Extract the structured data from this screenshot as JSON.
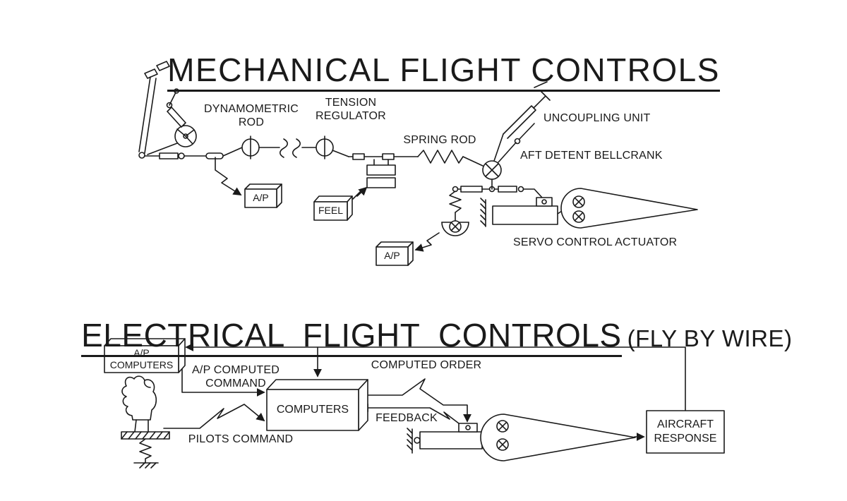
{
  "colors": {
    "background": "#ffffff",
    "ink": "#1a1a1a"
  },
  "mechanical": {
    "title": "MECHANICAL FLIGHT CONTROLS",
    "labels": {
      "dynamometric_rod": [
        "DYNAMOMETRIC",
        "ROD"
      ],
      "tension_regulator": [
        "TENSION",
        "REGULATOR"
      ],
      "spring_rod": "SPRING ROD",
      "uncoupling_unit": "UNCOUPLING UNIT",
      "aft_detent_bellcrank": "AFT DETENT BELLCRANK",
      "servo_control_actuator": "SERVO CONTROL ACTUATOR",
      "autopilot_box_upper": "A/P",
      "feel_box": "FEEL",
      "autopilot_box_lower": "A/P"
    }
  },
  "electrical": {
    "title": "ELECTRICAL  FLIGHT  CONTROLS",
    "subtitle": "(FLY BY WIRE)",
    "labels": {
      "ap_computers": [
        "A/P",
        "COMPUTERS"
      ],
      "ap_computed_command": [
        "A/P COMPUTED",
        "COMMAND"
      ],
      "computed_order": "COMPUTED ORDER",
      "computers": "COMPUTERS",
      "feedback": "FEEDBACK",
      "pilots_command": "PILOTS COMMAND",
      "aircraft_response": [
        "AIRCRAFT",
        "RESPONSE"
      ]
    }
  }
}
